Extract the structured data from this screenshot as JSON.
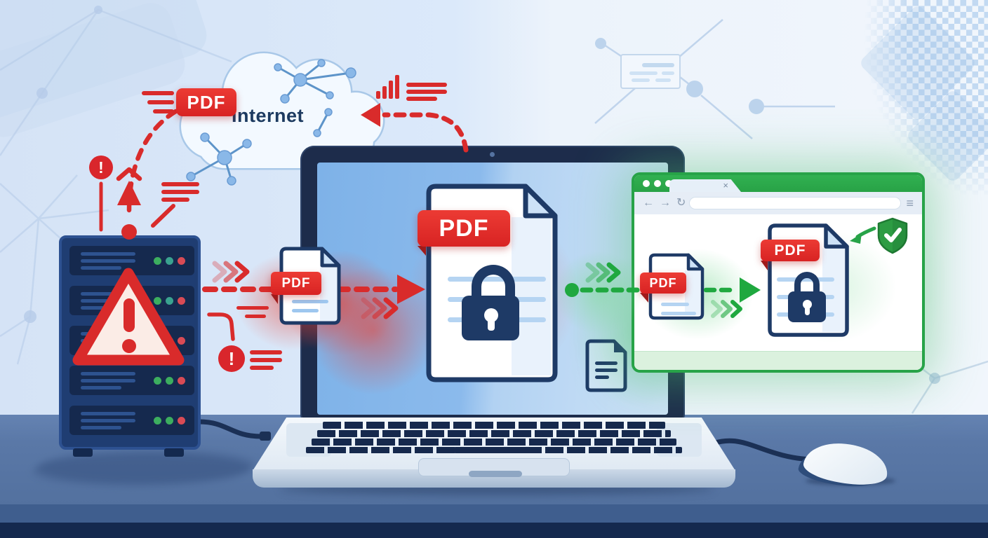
{
  "labels": {
    "internet": "Internet",
    "pdf_badge": "PDF",
    "exclamation": "!"
  },
  "browser_chrome": {
    "tab_close_icon": "×",
    "back_icon": "←",
    "forward_icon": "→",
    "refresh_icon": "↻",
    "menu_icon": "≡",
    "url_value": ""
  },
  "colors": {
    "alert_red": "#d92b2b",
    "badge_red": "#e12e2e",
    "secure_green": "#27a348",
    "browser_green": "#2cab4b",
    "navy": "#1e3a66",
    "led_green": "#3cae5f",
    "led_teal": "#3aa390",
    "led_red": "#d94b55"
  },
  "server": {
    "bays": 5,
    "led_rows": [
      [
        "#3cae5f",
        "#3aa390",
        "#d94b55"
      ],
      [
        "#3cae5f",
        "#3aa390",
        "#d94b55"
      ],
      [
        "#3cae5f",
        "#3aa390",
        "#d94b55"
      ],
      [
        "#3cae5f",
        "#3cae5f",
        "#d94b55"
      ],
      [
        "#3cae5f",
        "#3cae5f",
        "#d94b55"
      ]
    ]
  }
}
